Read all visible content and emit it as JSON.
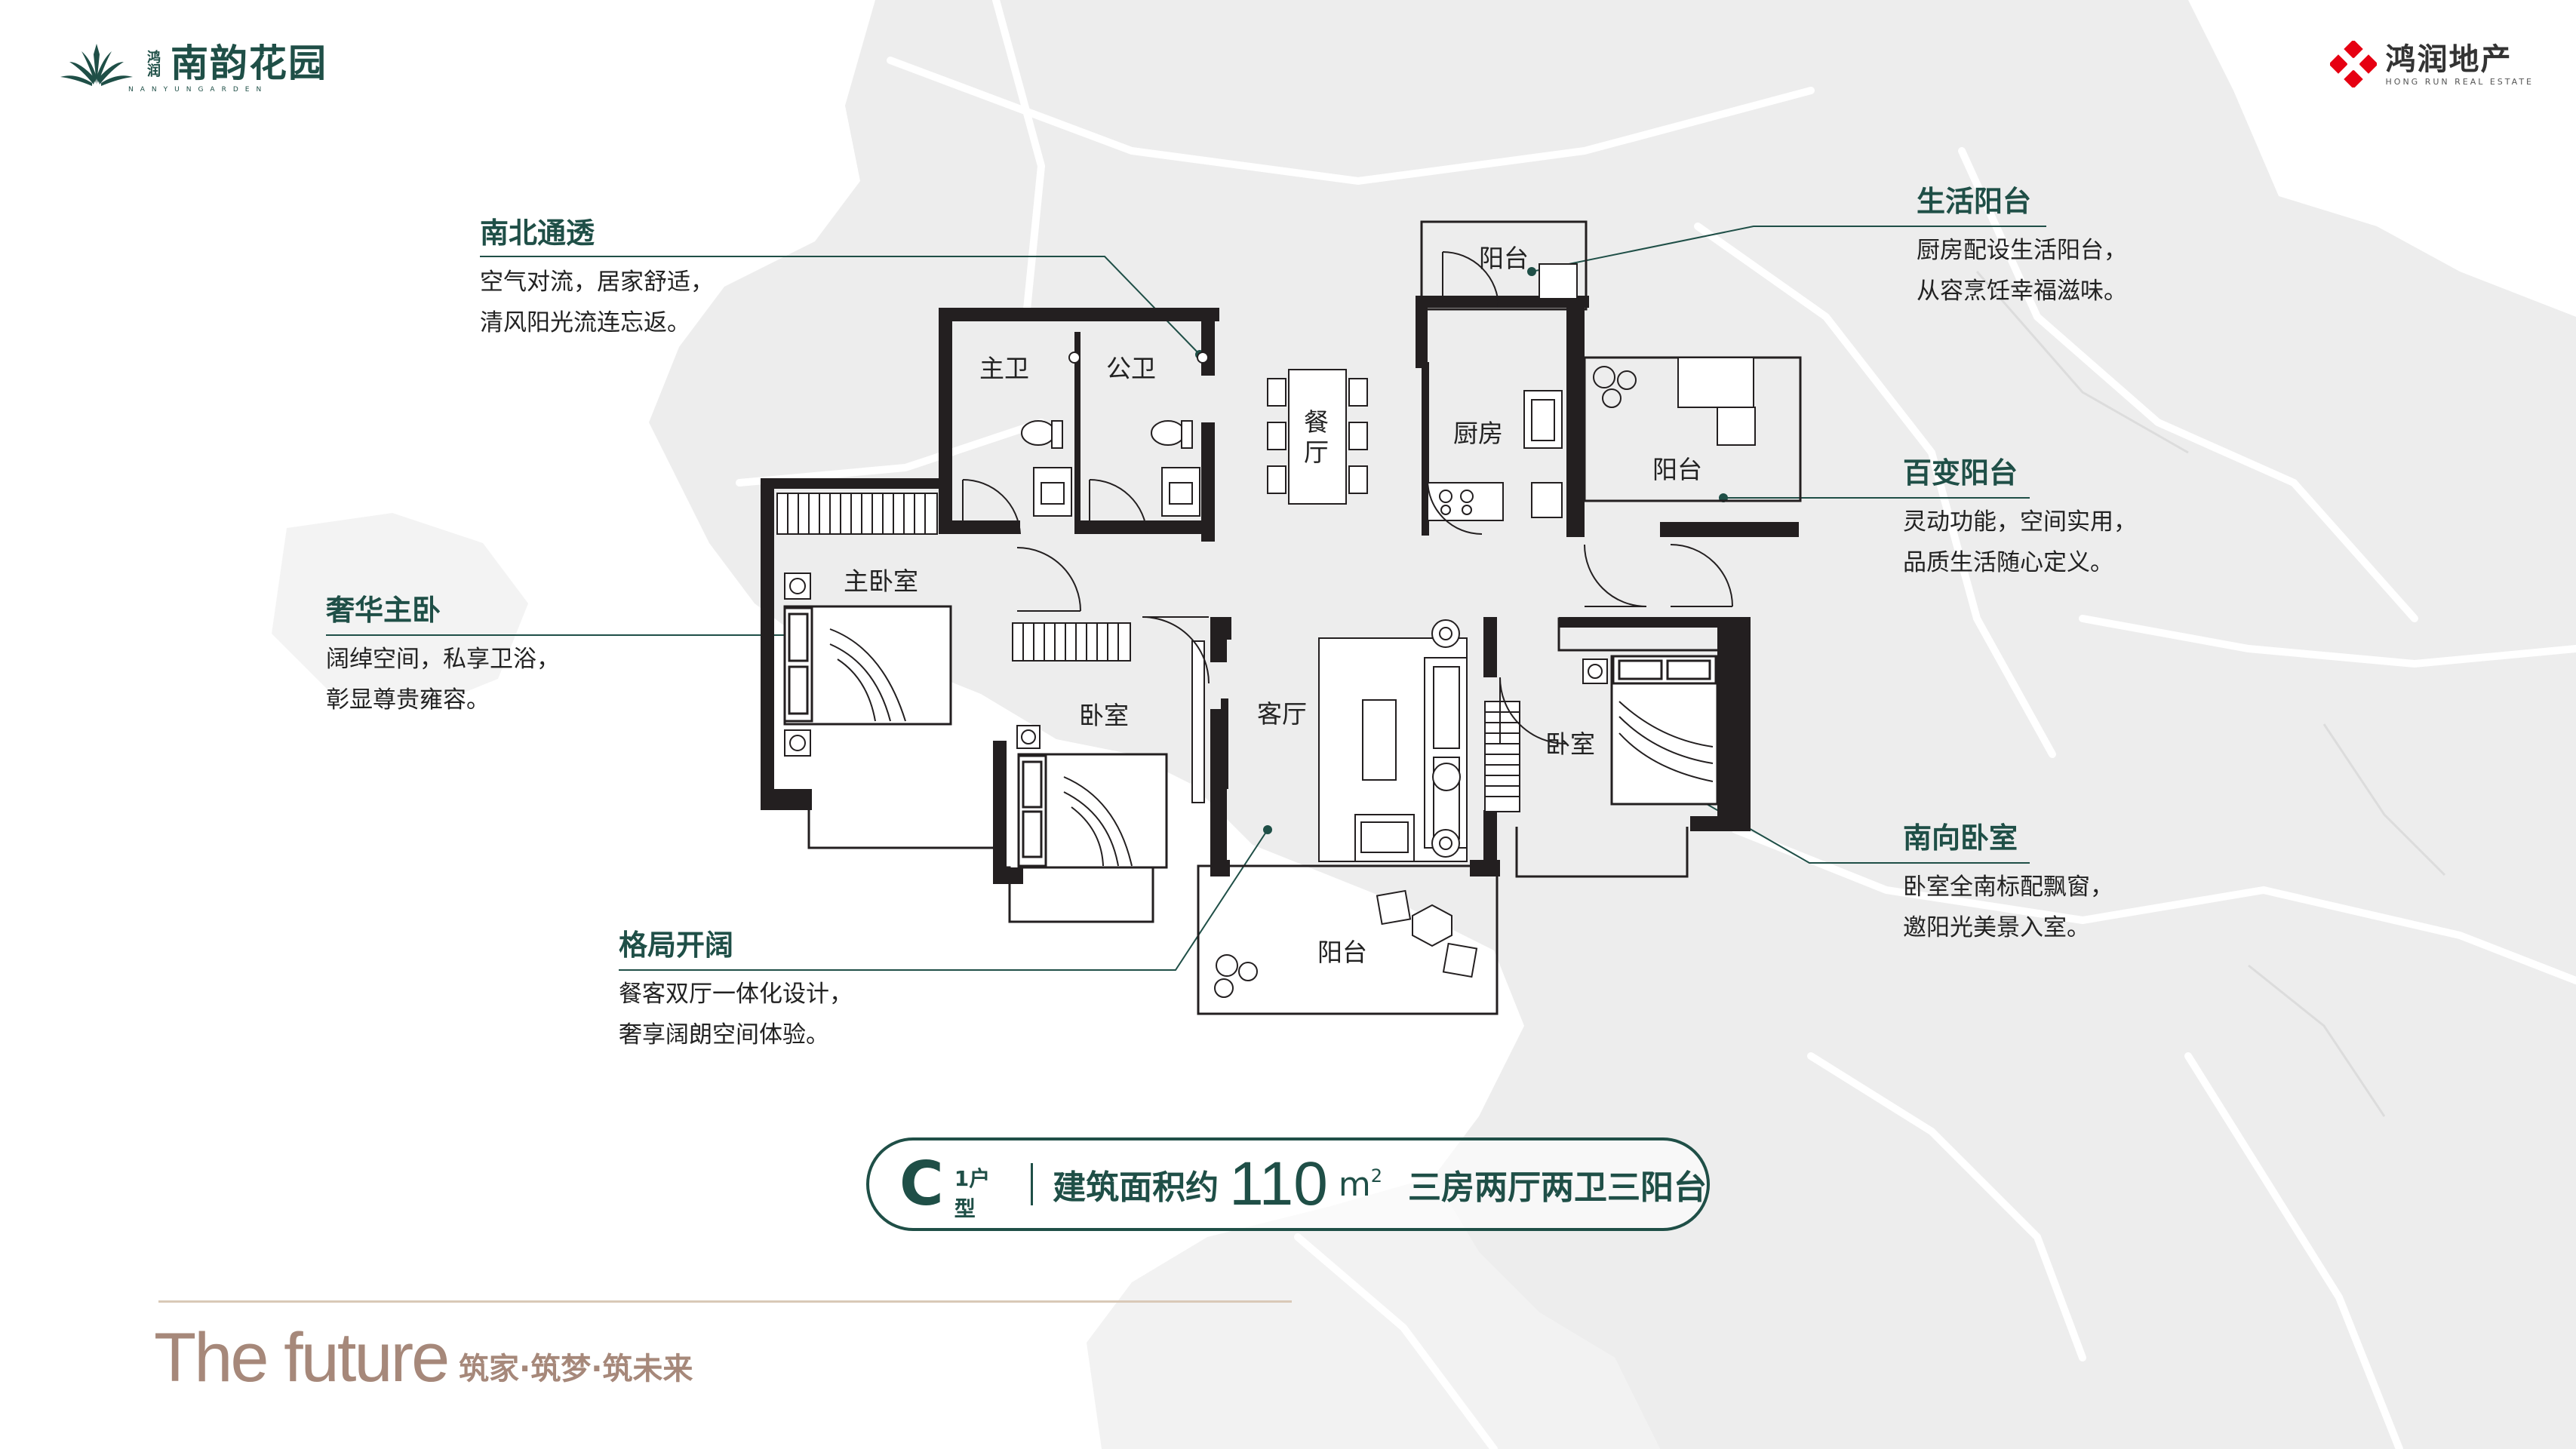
{
  "brand_left": {
    "name": "南韵花园",
    "badge": "鸿润",
    "sub_en": "NANYUNGARDEN"
  },
  "brand_right": {
    "name": "鸿润地产",
    "sub_en": "HONG RUN REAL ESTATE"
  },
  "callouts": {
    "north_south": {
      "title": "南北通透",
      "line1": "空气对流，居家舒适，",
      "line2": "清风阳光流连忘返。"
    },
    "master": {
      "title": "奢华主卧",
      "line1": "阔绰空间，私享卫浴，",
      "line2": "彰显尊贵雍容。"
    },
    "layout": {
      "title": "格局开阔",
      "line1": "餐客双厅一体化设计，",
      "line2": "奢享阔朗空间体验。"
    },
    "life_balcony": {
      "title": "生活阳台",
      "line1": "厨房配设生活阳台，",
      "line2": "从容烹饪幸福滋味。"
    },
    "flex_balcony": {
      "title": "百变阳台",
      "line1": "灵动功能，空间实用，",
      "line2": "品质生活随心定义。"
    },
    "south_bedroom": {
      "title": "南向卧室",
      "line1": "卧室全南标配飘窗，",
      "line2": "邀阳光美景入室。"
    }
  },
  "rooms": {
    "master_bath": "主卫",
    "public_bath": "公卫",
    "dining": "餐\n厅",
    "kitchen": "厨房",
    "balcony_top": "阳台",
    "balcony_right": "阳台",
    "master_bedroom": "主卧室",
    "bedroom_mid": "卧室",
    "living": "客厅",
    "bedroom_right": "卧室",
    "balcony_bottom": "阳台"
  },
  "unit": {
    "type_letter": "C",
    "type_label": "1户型",
    "area_prefix": "建筑面积约",
    "area_value": "110",
    "area_unit": "m",
    "area_sup": "2",
    "layout_desc": "三房两厅两卫三阳台"
  },
  "slogan": {
    "en": "The future",
    "cn": "筑家·筑梦·筑未来"
  },
  "colors": {
    "accent": "#1f4f47",
    "wall": "#231f20",
    "slogan": "#a6887a",
    "map": "#ececec",
    "logo_red": "#e60012"
  }
}
